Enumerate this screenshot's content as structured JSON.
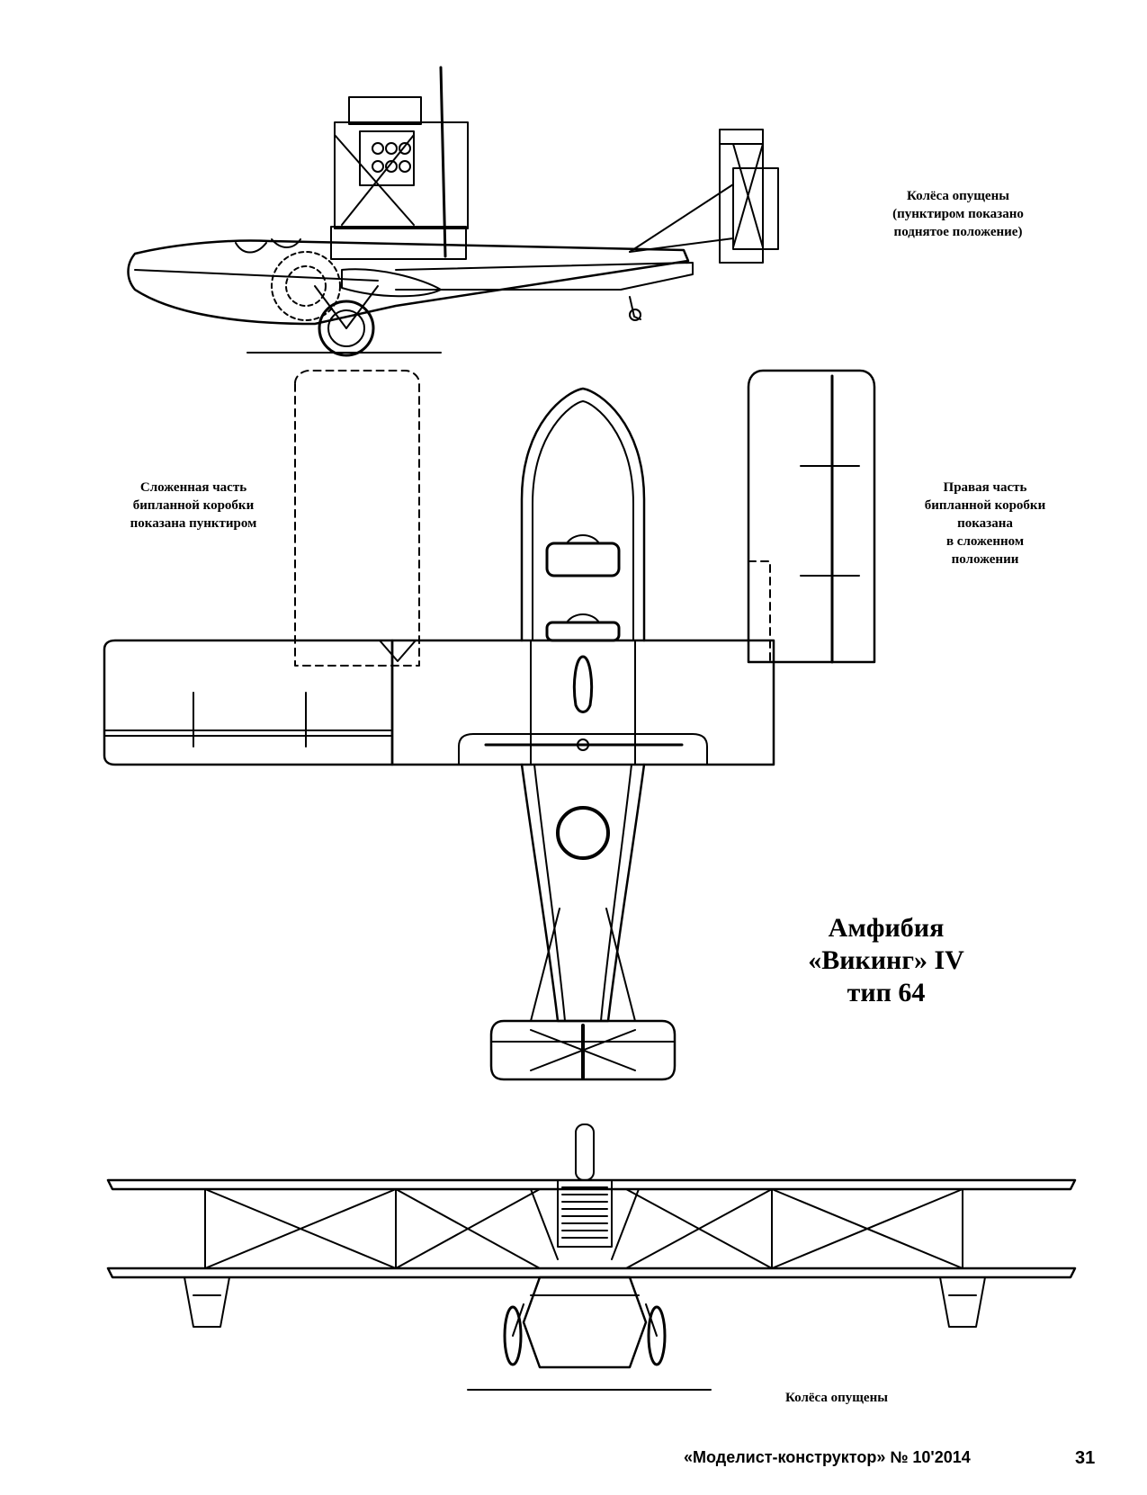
{
  "captions": {
    "side_view": "Колёса опущены\n(пунктиром показано\nподнятое положение)",
    "left_folded": "Сложенная часть\nбипланной коробки\nпоказана пунктиром",
    "right_folded": "Правая часть\nбипланной коробки\nпоказана\nв сложенном\nположении",
    "front_view": "Колёса опущены"
  },
  "title": "Амфибия\n«Викинг» IV\nтип 64",
  "footer": {
    "magazine": "«Моделист-конструктор» № 10'2014",
    "page_number": "31"
  }
}
